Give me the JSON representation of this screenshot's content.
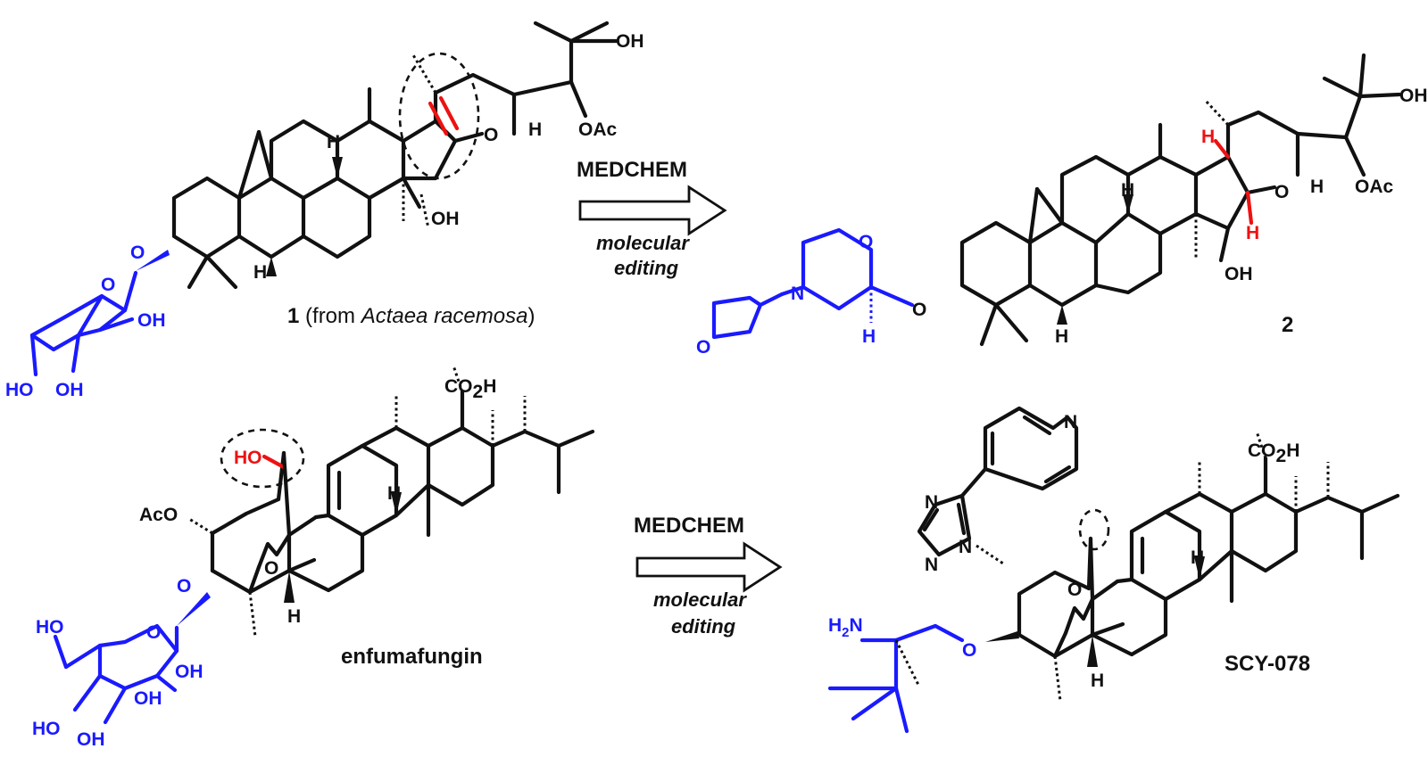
{
  "compounds": {
    "c1": {
      "number": "1",
      "source_open": " (from ",
      "source_species": "Actaea racemosa",
      "source_close": ")"
    },
    "c2": {
      "number": "2"
    },
    "enfumafungin": {
      "name": "enfumafungin"
    },
    "scy078": {
      "name": "SCY-078"
    }
  },
  "arrows": [
    {
      "label": "MEDCHEM",
      "line1": "molecular",
      "line2": "editing"
    },
    {
      "label": "MEDCHEM",
      "line1": "molecular",
      "line2": "editing"
    }
  ],
  "atoms": {
    "oh": "OH",
    "oac": "OAc",
    "aco": "AcO",
    "h": "H",
    "o": "O",
    "n": "N",
    "ho": "HO",
    "co2h": "CO",
    "two": "2",
    "hsub": "H",
    "h2n": "H",
    "n_nh2": "N"
  },
  "colors": {
    "modification": "#1a1aff",
    "highlight": "#ee1111",
    "scaffold": "#111111"
  }
}
